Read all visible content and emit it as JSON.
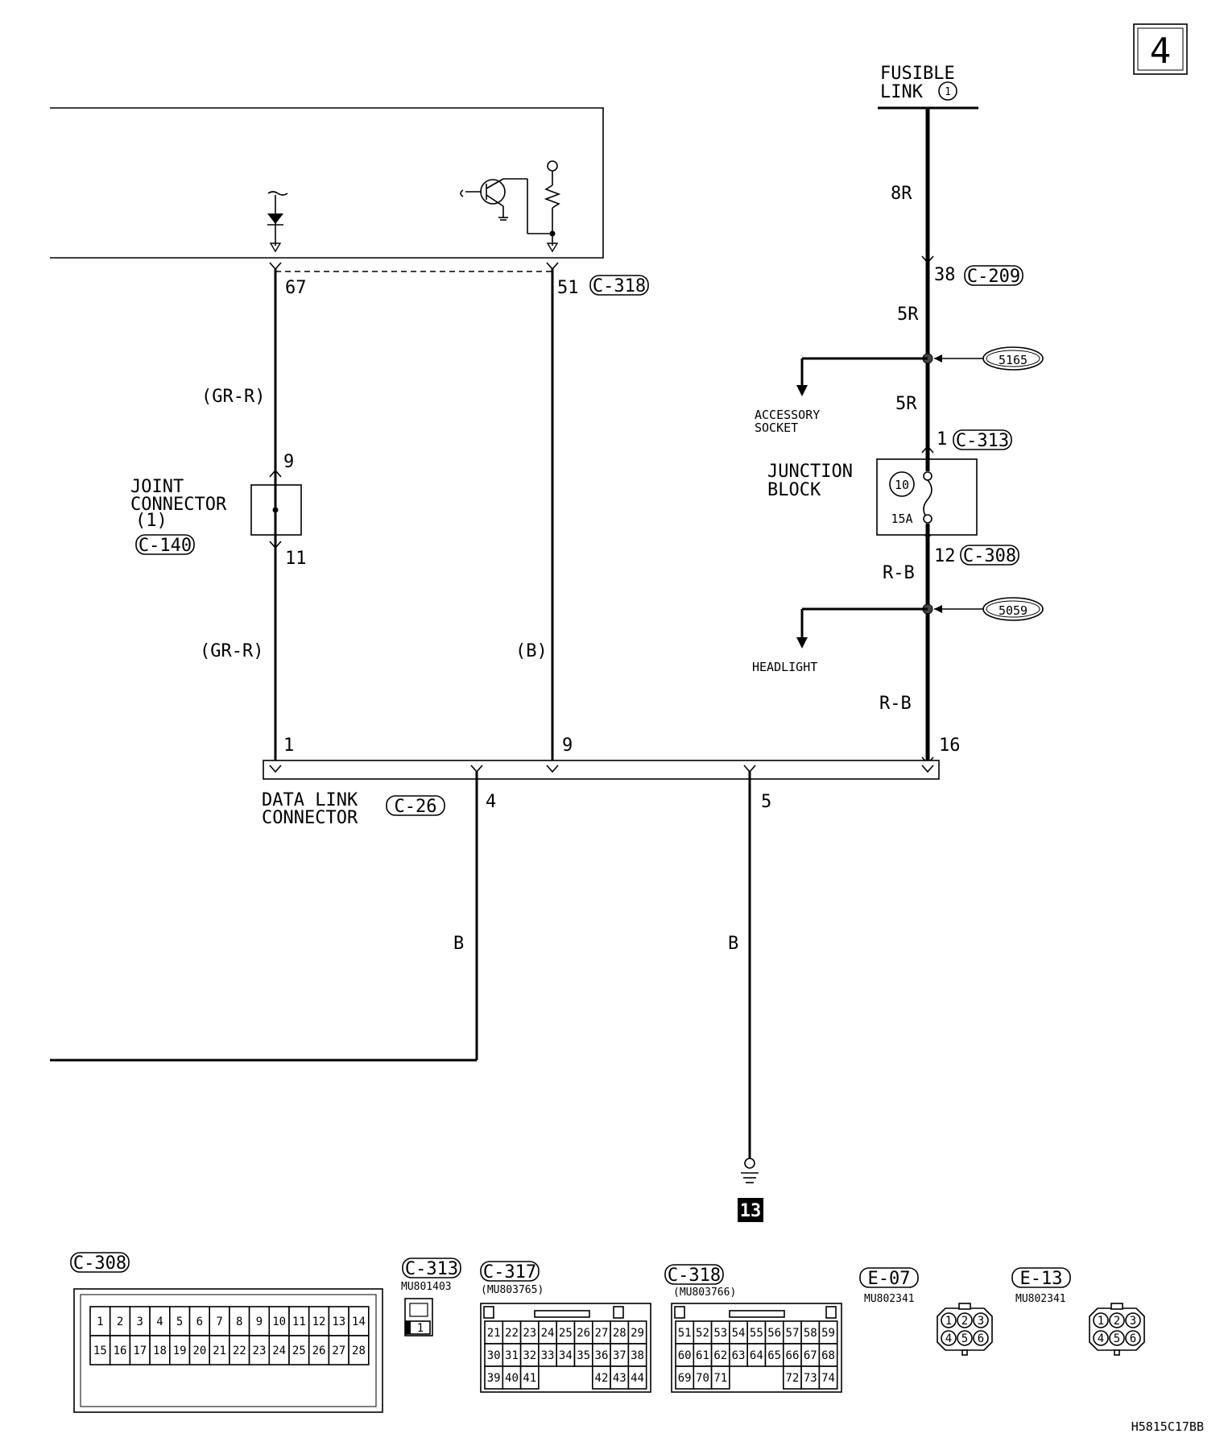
{
  "page_number": "4",
  "drawing_code": "H5815C17BB",
  "ground_badge": "13",
  "power": {
    "fusible_link_label": [
      "FUSIBLE",
      "LINK"
    ],
    "fusible_link_number": "1"
  },
  "wires": {
    "w_8r": "8R",
    "w_5r_top": "5R",
    "w_5r_mid": "5R",
    "w_rb_top": "R-B",
    "w_rb_bot": "R-B",
    "w_grr_top": "(GR-R)",
    "w_grr_bot": "(GR-R)",
    "w_b_paren": "(B)",
    "w_b_left": "B",
    "w_b_ground": "B"
  },
  "pins": {
    "p67": "67",
    "p51": "51",
    "p38": "38",
    "p9_joint": "9",
    "p11_joint": "11",
    "p1_c313": "1",
    "p12_c308": "12",
    "p1_dlc": "1",
    "p9_dlc": "9",
    "p16_dlc": "16",
    "p4_dlc": "4",
    "p5_dlc": "5"
  },
  "connector_refs": {
    "c318_top": "C-318",
    "c209": "C-209",
    "c313_top": "C-313",
    "c308_top": "C-308",
    "c140": "C-140",
    "c26": "C-26"
  },
  "splices": {
    "s5165": "5165",
    "s5059": "5059"
  },
  "branches": {
    "accessory": [
      "ACCESSORY",
      "SOCKET"
    ],
    "headlight": "HEADLIGHT"
  },
  "junction_block": {
    "label": [
      "JUNCTION",
      "BLOCK"
    ],
    "fuse_number": "10",
    "fuse_rating": "15A"
  },
  "joint_connector": {
    "label": [
      "JOINT",
      "CONNECTOR",
      "(1)"
    ]
  },
  "data_link_connector": {
    "label": [
      "DATA LINK",
      "CONNECTOR"
    ]
  },
  "connector_views": {
    "c308": {
      "ref": "C-308",
      "part": "",
      "row1": [
        "1",
        "2",
        "3",
        "4",
        "5",
        "6",
        "7",
        "8",
        "9",
        "10",
        "11",
        "12",
        "13",
        "14"
      ],
      "row2": [
        "15",
        "16",
        "17",
        "18",
        "19",
        "20",
        "21",
        "22",
        "23",
        "24",
        "25",
        "26",
        "27",
        "28"
      ]
    },
    "c313": {
      "ref": "C-313",
      "part": "MU801403",
      "pins": [
        "1"
      ]
    },
    "c317": {
      "ref": "C-317",
      "part": "(MU803765)",
      "row1": [
        "21",
        "22",
        "23",
        "24",
        "25",
        "26",
        "27",
        "28",
        "29"
      ],
      "row2": [
        "30",
        "31",
        "32",
        "33",
        "34",
        "35",
        "36",
        "37",
        "38"
      ],
      "row3": [
        "39",
        "40",
        "41",
        "",
        "",
        "",
        "42",
        "43",
        "44"
      ]
    },
    "c318": {
      "ref": "C-318",
      "part": "(MU803766)",
      "row1": [
        "51",
        "52",
        "53",
        "54",
        "55",
        "56",
        "57",
        "58",
        "59"
      ],
      "row2": [
        "60",
        "61",
        "62",
        "63",
        "64",
        "65",
        "66",
        "67",
        "68"
      ],
      "row3": [
        "69",
        "70",
        "71",
        "",
        "",
        "",
        "72",
        "73",
        "74"
      ]
    },
    "e07": {
      "ref": "E-07",
      "part": "MU802341",
      "pins": [
        "1",
        "2",
        "3",
        "4",
        "5",
        "6"
      ]
    },
    "e13": {
      "ref": "E-13",
      "part": "MU802341",
      "pins": [
        "1",
        "2",
        "3",
        "4",
        "5",
        "6"
      ]
    }
  }
}
